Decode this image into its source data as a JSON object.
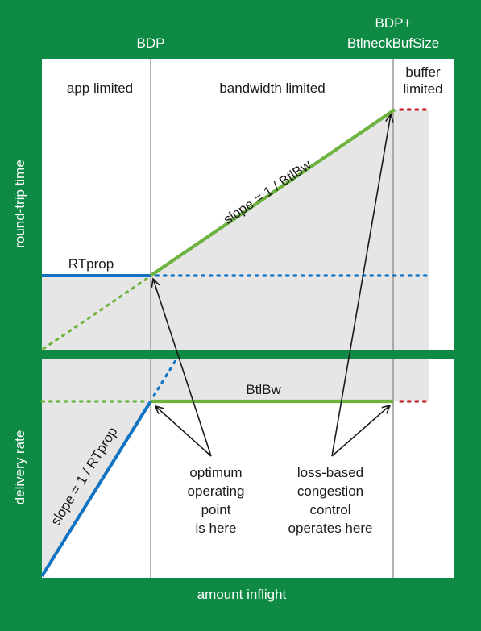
{
  "colors": {
    "background": "#0e8a44",
    "panel": "#ffffff",
    "shaded": "#e6e6e7",
    "divider": "#8a8a8a",
    "green": "#6db33f",
    "blue": "#1273c2",
    "red": "#c4272f",
    "text": "#1a1a1a"
  },
  "top_labels": {
    "bdp": "BDP",
    "bdp_plus_line1": "BDP+",
    "bdp_plus_line2": "BtlneckBufSize"
  },
  "region_labels": {
    "app_limited": "app limited",
    "bandwidth_limited": "bandwidth limited",
    "buffer_line1": "buffer",
    "buffer_line2": "limited"
  },
  "axes": {
    "top_ylabel": "round-trip time",
    "bottom_ylabel": "delivery rate",
    "xlabel": "amount inflight"
  },
  "top_chart": {
    "rtprop_label": "RTprop",
    "slope_label": "slope = 1 / BtlBw"
  },
  "bottom_chart": {
    "btlbw_label": "BtlBw",
    "slope_label": "slope = 1 / RTprop"
  },
  "annotations": {
    "optimum": [
      "optimum",
      "operating",
      "point",
      "is here"
    ],
    "loss_based": [
      "loss-based",
      "congestion",
      "control",
      "operates here"
    ]
  }
}
